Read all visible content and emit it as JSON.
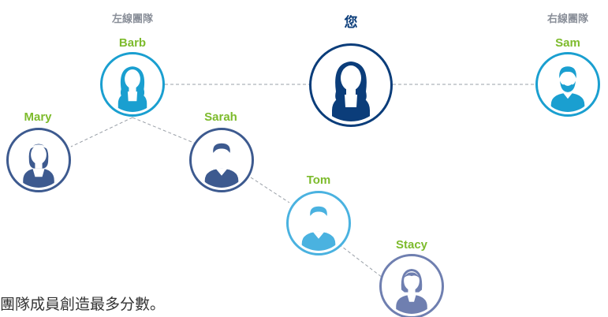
{
  "labels": {
    "left_leg": "左線團隊",
    "you": "您",
    "right_leg": "右線團隊"
  },
  "members": {
    "barb": {
      "name": "Barb",
      "icon": "woman-long-hair-icon",
      "color": "#1a9fd0"
    },
    "sam": {
      "name": "Sam",
      "icon": "bearded-man-icon",
      "color": "#1a9fd0"
    },
    "you": {
      "icon": "woman-long-hair-icon",
      "color": "#0b3d7a"
    },
    "mary": {
      "name": "Mary",
      "icon": "woman-headband-icon",
      "color": "#3d5a8f"
    },
    "sarah": {
      "name": "Sarah",
      "icon": "man-short-hair-icon",
      "color": "#3d5a8f"
    },
    "tom": {
      "name": "Tom",
      "icon": "man-short-hair-icon",
      "color": "#4ab2e0"
    },
    "stacy": {
      "name": "Stacy",
      "icon": "woman-bob-icon",
      "color": "#6f7fb0"
    }
  },
  "caption": "團隊成員創造最多分數。"
}
